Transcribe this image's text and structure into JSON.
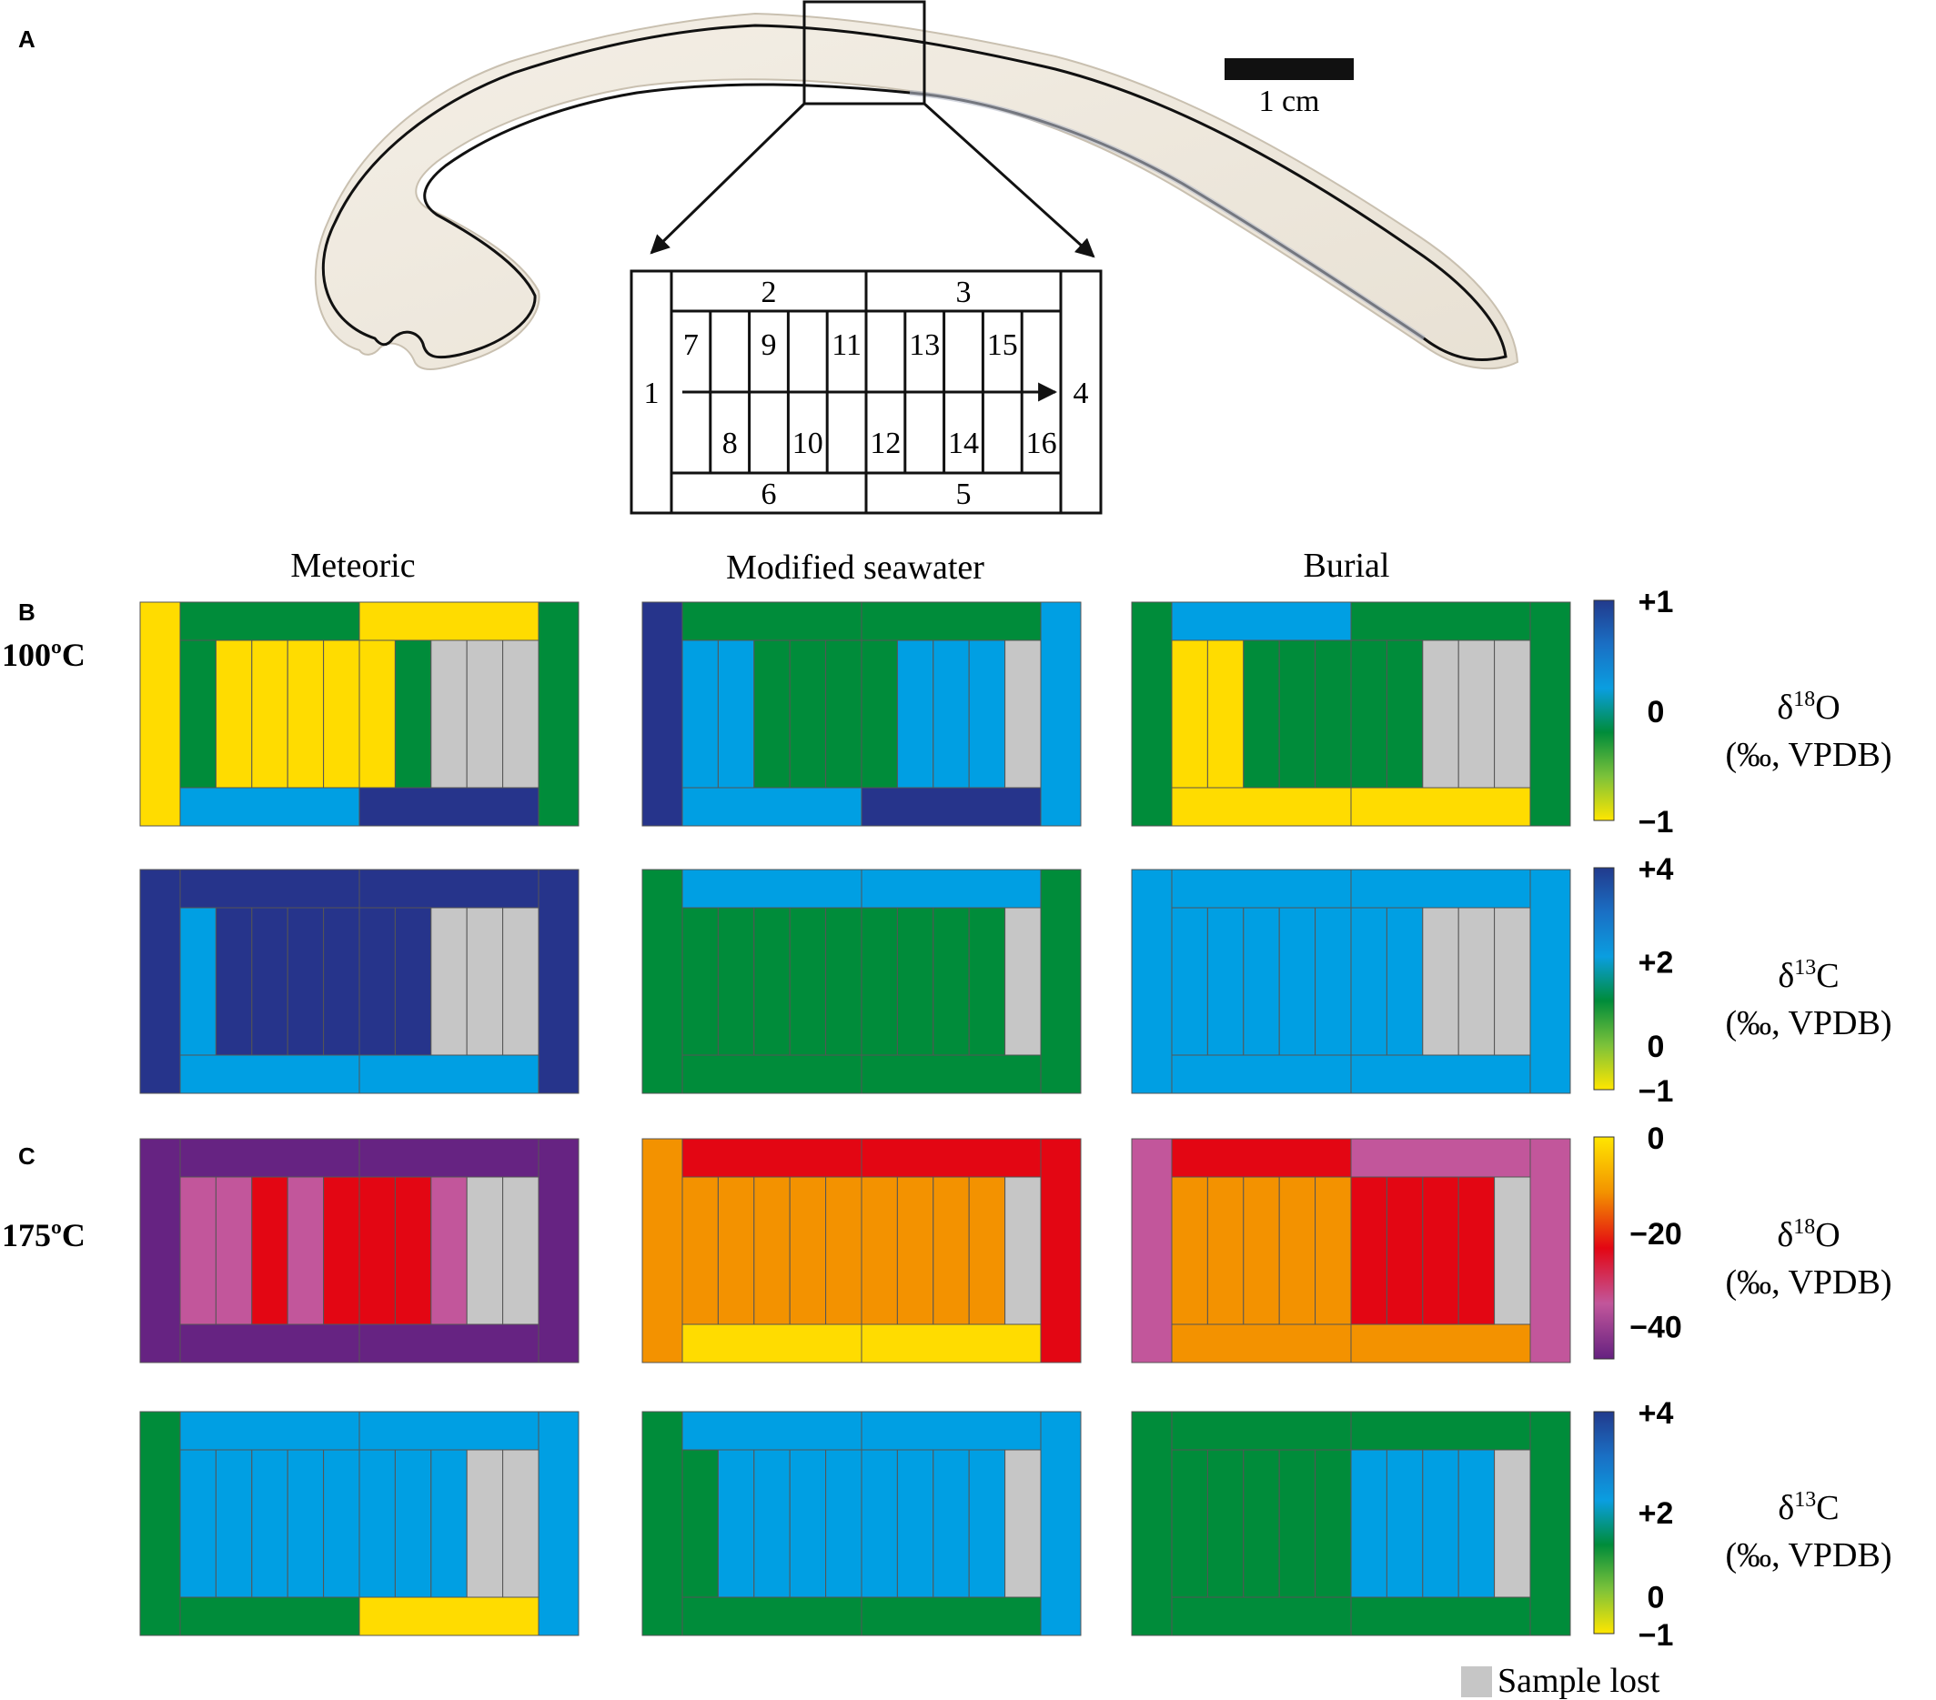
{
  "panels": {
    "a": "A",
    "b": "B",
    "c": "C"
  },
  "scale_bar": {
    "label": "1 cm"
  },
  "schematic_numbers": [
    "1",
    "2",
    "3",
    "4",
    "5",
    "6",
    "7",
    "8",
    "9",
    "10",
    "11",
    "12",
    "13",
    "14",
    "15",
    "16"
  ],
  "column_headers": [
    "Meteoric",
    "Modified seawater",
    "Burial"
  ],
  "temperatures": [
    "100ºC",
    "175ºC"
  ],
  "rows": [
    {
      "isotope": "δ18O",
      "units": "(‰, VPDB)"
    },
    {
      "isotope": "δ13C",
      "units": "(‰, VPDB)"
    },
    {
      "isotope": "δ18O",
      "units": "(‰, VPDB)"
    },
    {
      "isotope": "δ13C",
      "units": "(‰, VPDB)"
    }
  ],
  "colorbars": [
    {
      "ticks": [
        "+1",
        "0",
        "−1"
      ],
      "colors": [
        "#223a8c",
        "#1a6fc4",
        "#0a9ee0",
        "#008c3a",
        "#7cc23a",
        "#ffe600"
      ]
    },
    {
      "ticks": [
        "+4",
        "+2",
        "0",
        "−1"
      ],
      "colors": [
        "#223a8c",
        "#1a6fc4",
        "#0a9ee0",
        "#008c3a",
        "#7cc23a",
        "#ffe600"
      ]
    },
    {
      "ticks": [
        "0",
        "−20",
        "−40"
      ],
      "colors": [
        "#ffe600",
        "#f39200",
        "#e30613",
        "#c2569b",
        "#652180"
      ]
    },
    {
      "ticks": [
        "+4",
        "+2",
        "0",
        "−1"
      ],
      "colors": [
        "#223a8c",
        "#1a6fc4",
        "#0a9ee0",
        "#008c3a",
        "#7cc23a",
        "#ffe600"
      ]
    }
  ],
  "legend": {
    "label": "Sample lost",
    "color": "#c6c6c6"
  },
  "palette": {
    "Y": "#ffdc00",
    "G": "#008c3a",
    "L": "#009fe3",
    "D": "#26348b",
    "S": "#c6c6c6",
    "O": "#f39200",
    "R": "#e30613",
    "P": "#c2569b",
    "V": "#662382"
  },
  "maps": [
    [
      "YGYLDG",
      "GYYYYYGSSS"
    ],
    [
      "DGGLDL",
      "LLGGGGLLLS"
    ],
    [
      "GLGYYG",
      "YYGGGGGSSS"
    ],
    [
      "DDDLLD",
      "LDDDDDDSSS"
    ],
    [
      "GLLGGG",
      "GGGGGGGGGS"
    ],
    [
      "LLLLLL",
      "LLLLLLLSSS"
    ],
    [
      "VVVVVV",
      "PPRPRRRPSS"
    ],
    [
      "ORRYYR",
      "OOOOOOOOOS"
    ],
    [
      "PRPOOP",
      "OOOOORRRRS"
    ],
    [
      "GLLGYL",
      "LLLLLLLLSS"
    ],
    [
      "GLLGGL",
      "GLLLLLLLLS"
    ],
    [
      "GGGGGG",
      "GGGGGLLLLS"
    ]
  ]
}
